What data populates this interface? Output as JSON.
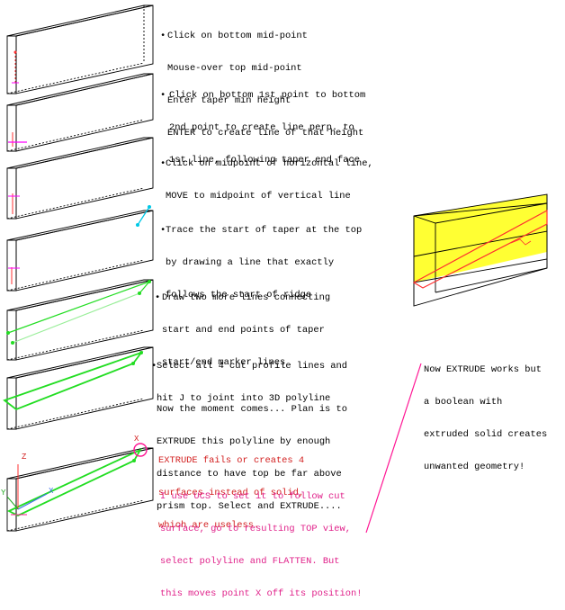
{
  "steps": [
    {
      "bullet": "•",
      "lines": [
        "Click on bottom mid-point",
        "Mouse-over top mid-point",
        "Enter taper min height",
        "ENTER to create line of that height"
      ]
    },
    {
      "bullet": "•",
      "lines": [
        "Click on bottom 1st point to bottom",
        "2nd point to create line perp. to",
        "1st line, following taper end face"
      ]
    },
    {
      "bullet": "•",
      "lines": [
        "Click on midpoint of horizontal line,",
        "MOVE to midpoint of vertical line"
      ]
    },
    {
      "bullet": "•",
      "lines": [
        "Trace the start of taper at the top",
        "by drawing a line that exactly",
        "follows the start of ridge"
      ]
    },
    {
      "bullet": "•",
      "lines": [
        "Draw two more lines connecting",
        "start and end points of taper",
        "start/end marker lines"
      ]
    },
    {
      "bullet": "•",
      "lines": [
        "Select all 4 cut profile lines and",
        "hit J to joint into 3D polyline"
      ]
    }
  ],
  "extrude_plan": [
    "Now the moment comes... Plan is to",
    "EXTRUDE this polyline by enough",
    "distance to have top be far above",
    "prism top. Select and EXTRUDE...."
  ],
  "extrude_fail": [
    "EXTRUDE fails or creates 4",
    "surfaces instead of solid,",
    "which are useless."
  ],
  "ucs_note": [
    "I use UCS to set it to follow cut",
    "surface, go to resulting TOP view,",
    "select polyline and FLATTEN. But",
    "this moves point X off its position!"
  ],
  "boolean_note": [
    "Now EXTRUDE works but",
    "a boolean with",
    "extruded solid creates",
    "unwanted geometry!"
  ],
  "axis_labels": {
    "x_marker": "X",
    "z_axis": "Z",
    "x_axis": "X",
    "y_axis": "Y"
  },
  "colors": {
    "ink": "#000000",
    "red_text": "#d21e1e",
    "pink_text": "#e0218a",
    "green_line": "#22dd22",
    "light_green_line": "#99ee99",
    "magenta_line": "#ff1493",
    "cyan_line": "#00c8e6",
    "yellow_fill": "#ffff33",
    "red_marker": "#ff3030"
  }
}
